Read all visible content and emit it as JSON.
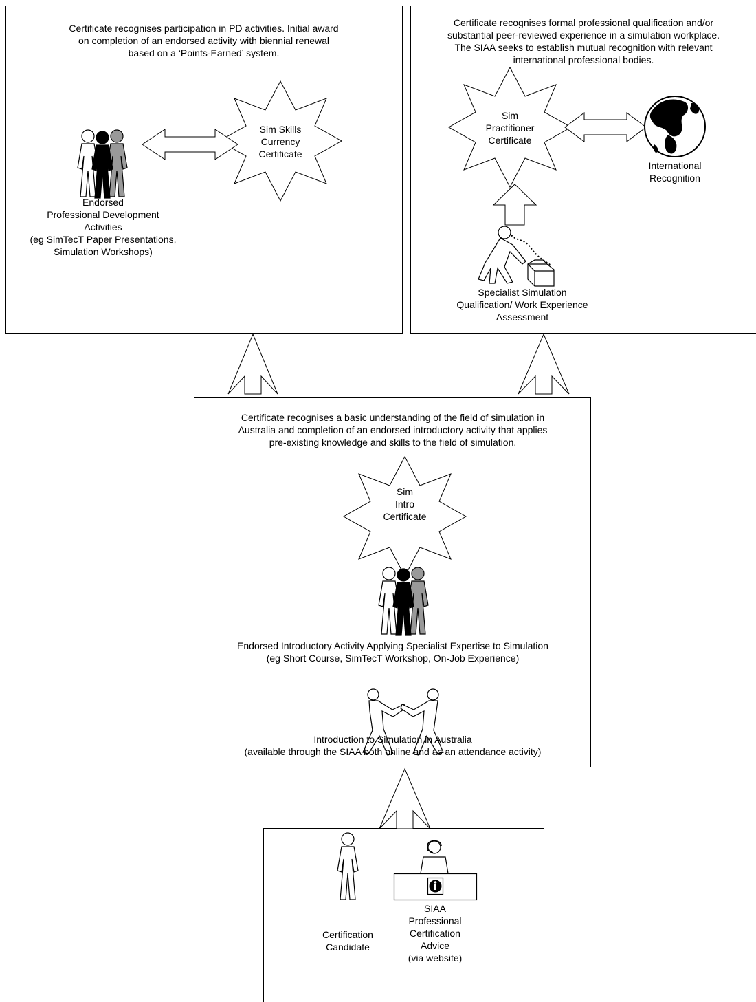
{
  "pd_box": {
    "description": [
      "Certificate recognises participation in PD activities.  Initial award",
      "on completion of an endorsed activity with biennial renewal",
      "based on a ‘Points-Earned’ system."
    ],
    "star_label": [
      "Sim Skills",
      "Currency",
      "Certificate"
    ],
    "people_label": [
      "Endorsed",
      "Professional Development",
      "Activities",
      "(eg SimTecT Paper Presentations,",
      "Simulation Workshops)"
    ]
  },
  "practitioner_box": {
    "description": [
      "Certificate recognises formal professional qualification and/or",
      "substantial peer-reviewed experience in a simulation workplace.",
      "The SIAA seeks to establish mutual recognition with relevant",
      "international professional bodies."
    ],
    "star_label": [
      "Sim",
      "Practitioner",
      "Certificate"
    ],
    "globe_label": [
      "International",
      "Recognition"
    ],
    "worker_label": [
      "Specialist Simulation",
      "Qualification/ Work Experience",
      "Assessment"
    ]
  },
  "intro_box": {
    "description": [
      "Certificate recognises a basic understanding of the field of simulation in",
      "Australia and completion of an endorsed introductory activity that applies",
      "pre-existing knowledge and skills to the field of simulation."
    ],
    "star_label": [
      "Sim",
      "Intro",
      "Certificate"
    ],
    "group_label": [
      "Endorsed Introductory Activity Applying Specialist Expertise to Simulation",
      "(eg Short Course, SimTecT Workshop, On-Job Experience)"
    ],
    "handshake_label": [
      "Introduction to Simulation in Australia",
      "(available through the SIAA both online and as an attendance activity)"
    ]
  },
  "candidate_box": {
    "candidate_label": [
      "Certification",
      "Candidate"
    ],
    "advice_label": [
      "SIAA",
      "Professional",
      "Certification",
      "Advice",
      "(via website)"
    ]
  },
  "icons": [
    "people-group-icon",
    "star-icon",
    "globe-icon",
    "person-carrying-box-icon",
    "handshake-icon",
    "person-icon",
    "helpdesk-icon",
    "info-icon"
  ]
}
